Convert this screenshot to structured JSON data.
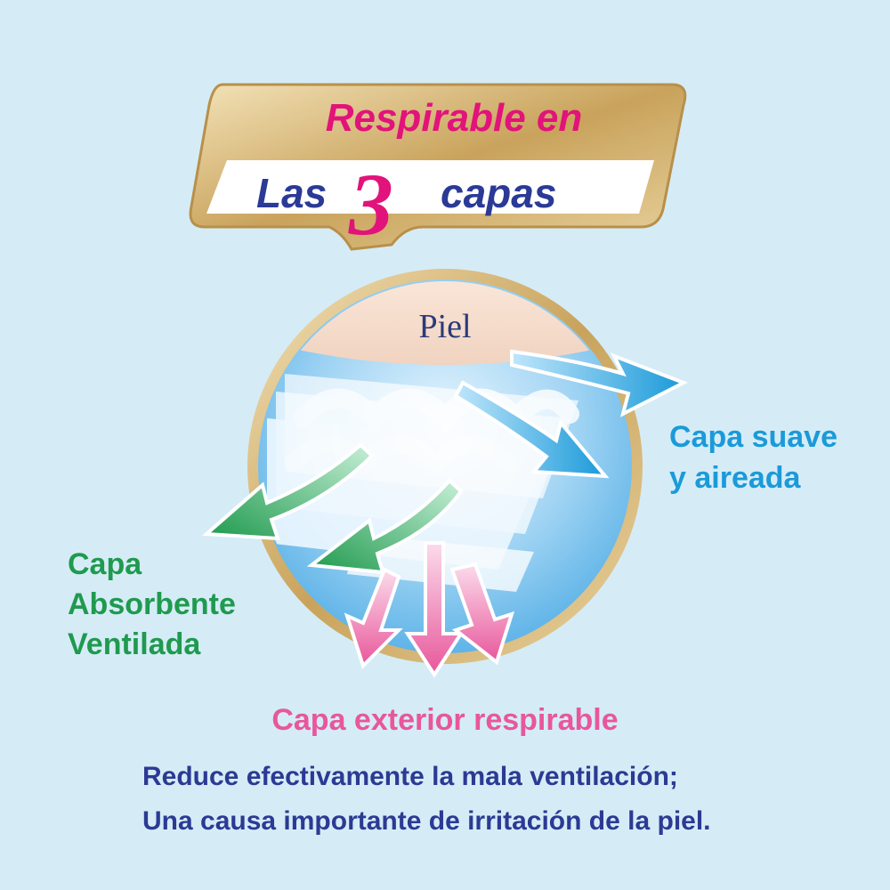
{
  "badge": {
    "line1": "Respirable en",
    "line2_left": "Las",
    "line2_number": "3",
    "line2_right": "capas"
  },
  "diagram": {
    "skin_label": "Piel",
    "soft_layer_label": [
      "Capa suave",
      "y aireada"
    ],
    "absorbent_layer_label": [
      "Capa",
      "Absorbente",
      "Ventilada"
    ],
    "outer_layer_label": "Capa exterior respirable"
  },
  "note": [
    "Reduce efectivamente la mala ventilación;",
    "Una causa importante de irritación de la piel."
  ],
  "colors": {
    "background": "#d5ecf7",
    "gold": "#c9a35c",
    "blue_arrow": "#1b9ad9",
    "green_arrow": "#1f9a4e",
    "pink_arrow": "#e8579b",
    "title_pink": "#e2137a",
    "title_navy": "#2a3a96"
  }
}
